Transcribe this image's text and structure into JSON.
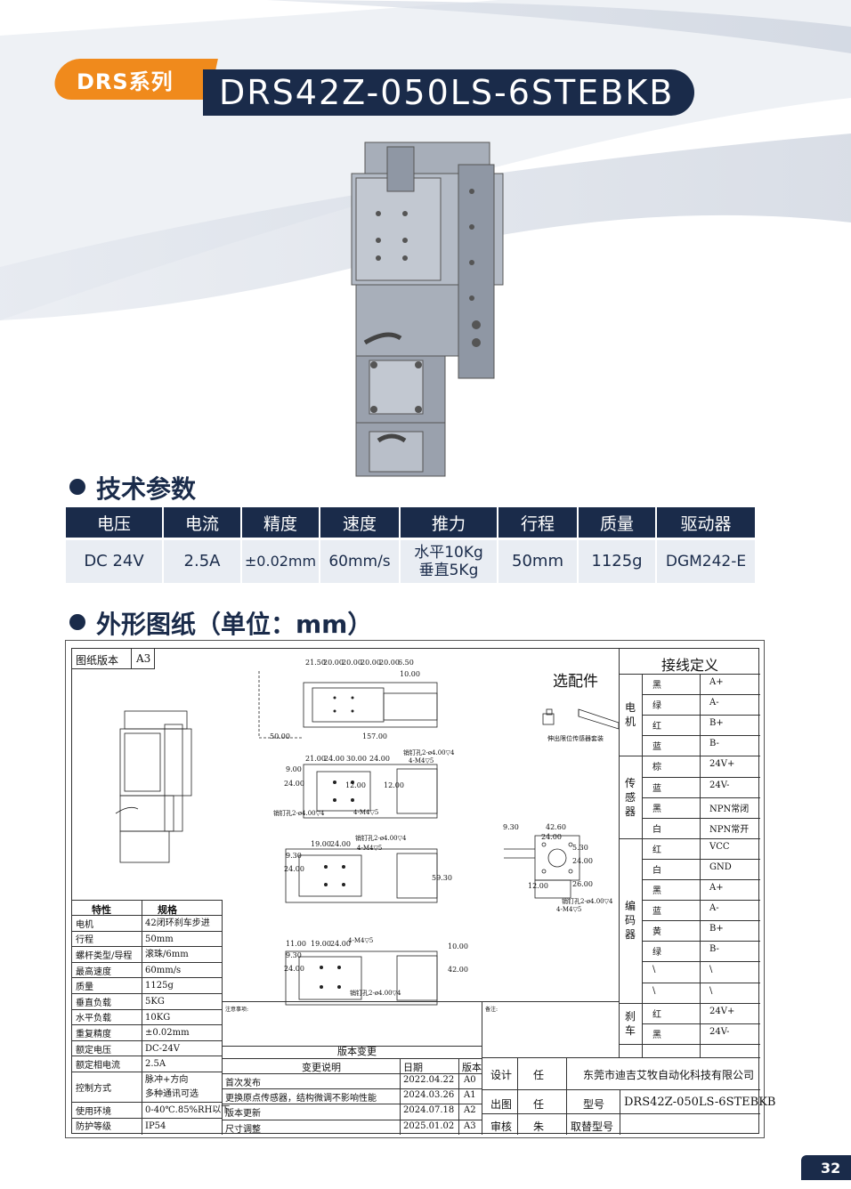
{
  "header": {
    "series": "DRS系列",
    "model": "DRS42Z-050LS-6STEBKB"
  },
  "sections": {
    "tech": "技术参数",
    "drawing": "外形图纸（单位：mm）"
  },
  "specs": {
    "headers": [
      "电压",
      "电流",
      "精度",
      "速度",
      "推力",
      "行程",
      "质量",
      "驱动器"
    ],
    "values": [
      "DC 24V",
      "2.5A",
      "±0.02mm",
      "60mm/s",
      "水平10Kg\n垂直5Kg",
      "50mm",
      "1125g",
      "DGM242-E"
    ]
  },
  "drawing": {
    "version_label": "图纸版本",
    "version_value": "A3",
    "accessory_title": "选配件",
    "accessory_caption": "伸出限位传感器套装",
    "wiring_title": "接线定义",
    "wiring_groups": [
      {
        "name": "电机",
        "rows": [
          [
            "黑",
            "A+"
          ],
          [
            "绿",
            "A-"
          ],
          [
            "红",
            "B+"
          ],
          [
            "蓝",
            "B-"
          ]
        ]
      },
      {
        "name": "传感器",
        "rows": [
          [
            "棕",
            "24V+"
          ],
          [
            "蓝",
            "24V-"
          ],
          [
            "黑",
            "NPN常闭"
          ],
          [
            "白",
            "NPN常开"
          ]
        ]
      },
      {
        "name": "编码器",
        "rows": [
          [
            "红",
            "VCC"
          ],
          [
            "白",
            "GND"
          ],
          [
            "黑",
            "A+"
          ],
          [
            "蓝",
            "A-"
          ],
          [
            "黄",
            "B+"
          ],
          [
            "绿",
            "B-"
          ],
          [
            "\\",
            "\\"
          ],
          [
            "\\",
            "\\"
          ]
        ]
      },
      {
        "name": "刹车",
        "rows": [
          [
            "红",
            "24V+"
          ],
          [
            "黑",
            "24V-"
          ]
        ]
      }
    ],
    "props_header": [
      "特性",
      "规格"
    ],
    "props": [
      [
        "电机",
        "42闭环刹车步进"
      ],
      [
        "行程",
        "50mm"
      ],
      [
        "螺杆类型/导程",
        "滚珠/6mm"
      ],
      [
        "最高速度",
        "60mm/s"
      ],
      [
        "质量",
        "1125g"
      ],
      [
        "垂直负载",
        "5KG"
      ],
      [
        "水平负载",
        "10KG"
      ],
      [
        "重复精度",
        "±0.02mm"
      ],
      [
        "额定电压",
        "DC-24V"
      ],
      [
        "额定相电流",
        "2.5A"
      ],
      [
        "控制方式",
        "脉冲+方向\n多种通讯可选"
      ],
      [
        "使用环境",
        "0-40℃.85%RH以下"
      ],
      [
        "防护等级",
        "IP54"
      ]
    ],
    "revisions_title": "版本变更",
    "revisions_header": [
      "变更说明",
      "日期",
      "版本"
    ],
    "revisions": [
      [
        "首次发布",
        "2022.04.22",
        "A0"
      ],
      [
        "更换原点传感器，结构微调不影响性能",
        "2024.03.26",
        "A1"
      ],
      [
        "版本更新",
        "2024.07.18",
        "A2"
      ],
      [
        "尺寸调整",
        "2025.01.02",
        "A3"
      ]
    ],
    "title_block": {
      "design_label": "设计",
      "design_value": "任",
      "company": "东莞市迪吉艾牧自动化科技有限公司",
      "draw_label": "出图",
      "draw_value": "任",
      "model_label": "型号",
      "model_value": "DRS42Z-050LS-6STEBKB",
      "check_label": "审核",
      "check_value": "朱",
      "replace_label": "取替型号"
    },
    "notes_label": "注意事项:",
    "remarks_label": "备注:",
    "dims": {
      "top_row": [
        "21.50",
        "20.00",
        "20.00",
        "20.00",
        "20.00",
        "6.50"
      ],
      "d_10": "10.00",
      "d_50": "50.00",
      "d_157": "157.00",
      "mid_row": [
        "21.00",
        "24.00",
        "30.00",
        "24.00"
      ],
      "d_9": "9.00",
      "d_24": "24.00",
      "d_12": "12.00",
      "pin_label": "销钉孔2-ø4.00▽4",
      "screw_label": "4-M4▽5",
      "row3": [
        "19.00",
        "24.00"
      ],
      "d_930": "9.30",
      "d_5930": "59.30",
      "row4": [
        "11.00",
        "19.00",
        "24.00"
      ],
      "d_42": "42.00",
      "side": [
        "9.30",
        "42.60",
        "24.00",
        "5.30",
        "24.00",
        "12.00",
        "26.00"
      ]
    }
  },
  "page_number": "32"
}
